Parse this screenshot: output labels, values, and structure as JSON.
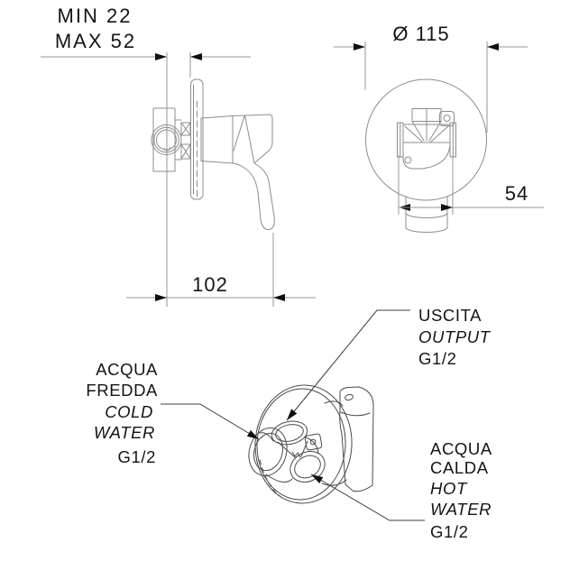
{
  "drawing": {
    "side_view": {
      "min_depth_label": "MIN 22",
      "max_depth_label": "MAX 52",
      "width_label": "102"
    },
    "front_view": {
      "diameter_label": "Ø 115",
      "width_label": "54"
    },
    "iso_view": {
      "output_port": {
        "line1": "USCITA",
        "line2": "OUTPUT",
        "line3": "G1/2"
      },
      "cold_water_port": {
        "line1": "ACQUA",
        "line2": "FREDDA",
        "line3": "COLD",
        "line4": "WATER",
        "line5": "G1/2"
      },
      "hot_water_port": {
        "line1": "ACQUA",
        "line2": "CALDA",
        "line3": "HOT",
        "line4": "WATER",
        "line5": "G1/2"
      }
    }
  },
  "colors": {
    "background": "#ffffff",
    "drawing_line": "#8c8c8c",
    "iso_line": "#4a4a4a",
    "dimension_line": "#969696",
    "text": "#141414",
    "arrow": "#0f0f0f"
  }
}
